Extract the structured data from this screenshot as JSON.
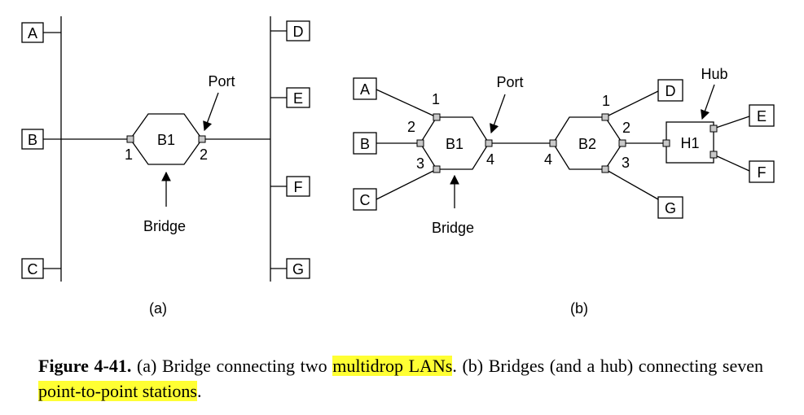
{
  "diagram_a": {
    "stations": [
      "A",
      "B",
      "C",
      "D",
      "E",
      "F",
      "G"
    ],
    "bridge_label": "B1",
    "port_1": "1",
    "port_2": "2",
    "port_callout": "Port",
    "bridge_callout": "Bridge",
    "sublabel": "(a)"
  },
  "diagram_b": {
    "stations": [
      "A",
      "B",
      "C",
      "D",
      "E",
      "F",
      "G"
    ],
    "bridge1_label": "B1",
    "bridge2_label": "B2",
    "hub_label": "H1",
    "b1_ports": [
      "1",
      "2",
      "3",
      "4"
    ],
    "b2_ports": [
      "1",
      "2",
      "3",
      "4"
    ],
    "port_callout": "Port",
    "bridge_callout": "Bridge",
    "hub_callout": "Hub",
    "sublabel": "(b)"
  },
  "caption": {
    "figure_label": "Figure 4-41.",
    "text_1": " (a) Bridge connecting two ",
    "highlight_1": "multidrop LANs",
    "text_2": ".  (b) Bridges (and a hub) connecting seven ",
    "highlight_2": "point-to-point stations",
    "text_3": "."
  },
  "colors": {
    "highlight": "#ffff33",
    "port_fill": "#c8c8c8"
  }
}
